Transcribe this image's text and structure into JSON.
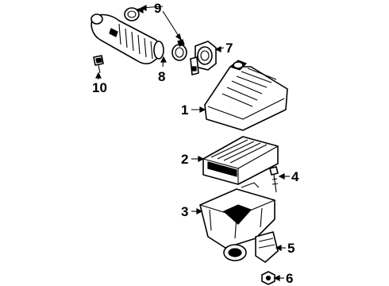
{
  "diagram": {
    "callouts": [
      {
        "id": "1",
        "label": "1",
        "part": "air-cleaner-cover"
      },
      {
        "id": "2",
        "label": "2",
        "part": "air-filter-element"
      },
      {
        "id": "3",
        "label": "3",
        "part": "air-cleaner-lower-housing"
      },
      {
        "id": "4",
        "label": "4",
        "part": "housing-bolt"
      },
      {
        "id": "5",
        "label": "5",
        "part": "inlet-duct-adapter"
      },
      {
        "id": "6",
        "label": "6",
        "part": "adapter-nut"
      },
      {
        "id": "7",
        "label": "7",
        "part": "mass-airflow-sensor"
      },
      {
        "id": "8",
        "label": "8",
        "part": "intake-hose"
      },
      {
        "id": "9",
        "label": "9",
        "part": "hose-clamp"
      },
      {
        "id": "10",
        "label": "10",
        "part": "sensor-bolt"
      }
    ]
  }
}
